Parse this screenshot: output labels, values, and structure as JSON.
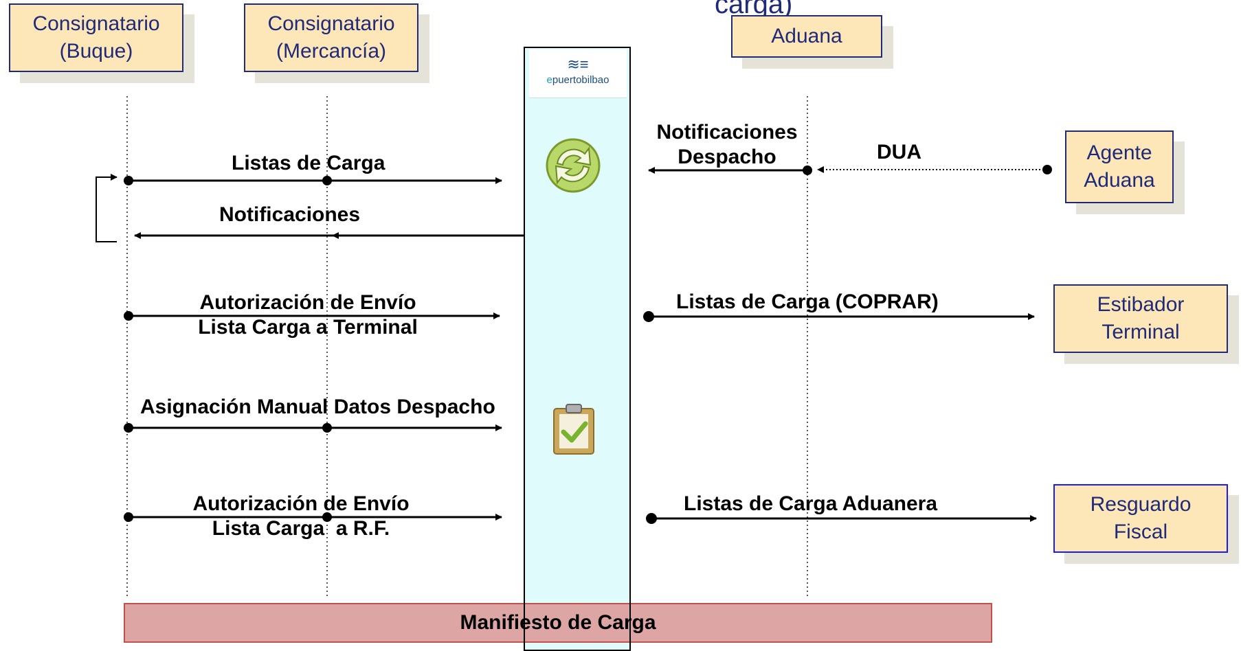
{
  "title_fragment": "carga)",
  "participants": {
    "consignatario_buque": [
      "Consignatario",
      "(Buque)"
    ],
    "consignatario_mercancia": [
      "Consignatario",
      "(Mercancía)"
    ],
    "aduana": [
      "Aduana"
    ],
    "agente_aduana": [
      "Agente",
      "Aduana"
    ],
    "estibador_terminal": [
      "Estibador",
      "Terminal"
    ],
    "resguardo_fiscal": [
      "Resguardo",
      "Fiscal"
    ]
  },
  "portal": {
    "logo_mark": "≋≡",
    "logo_prefix": "e",
    "logo_name": "puertobilbao"
  },
  "messages": {
    "listas_carga": "Listas de Carga",
    "notificaciones": "Notificaciones",
    "notificaciones_despacho": [
      "Notificaciones",
      "Despacho"
    ],
    "dua": "DUA",
    "autorizacion_terminal": [
      "Autorización de Envío",
      "Lista Carga a Terminal"
    ],
    "listas_coprar": "Listas de Carga (COPRAR)",
    "asignacion_manual": "Asignación Manual Datos Despacho",
    "autorizacion_rf": [
      "Autorización de Envío",
      "Lista Carga  a R.F."
    ],
    "listas_aduanera": "Listas de Carga Aduanera"
  },
  "manifest": "Manifiesto de Carga",
  "colors": {
    "box_fill": "#fde6b8",
    "box_border": "#1f2a78",
    "portal_fill": "#dffbfb",
    "manifest_fill": "#dea5a5",
    "manifest_border": "#c0504d"
  }
}
